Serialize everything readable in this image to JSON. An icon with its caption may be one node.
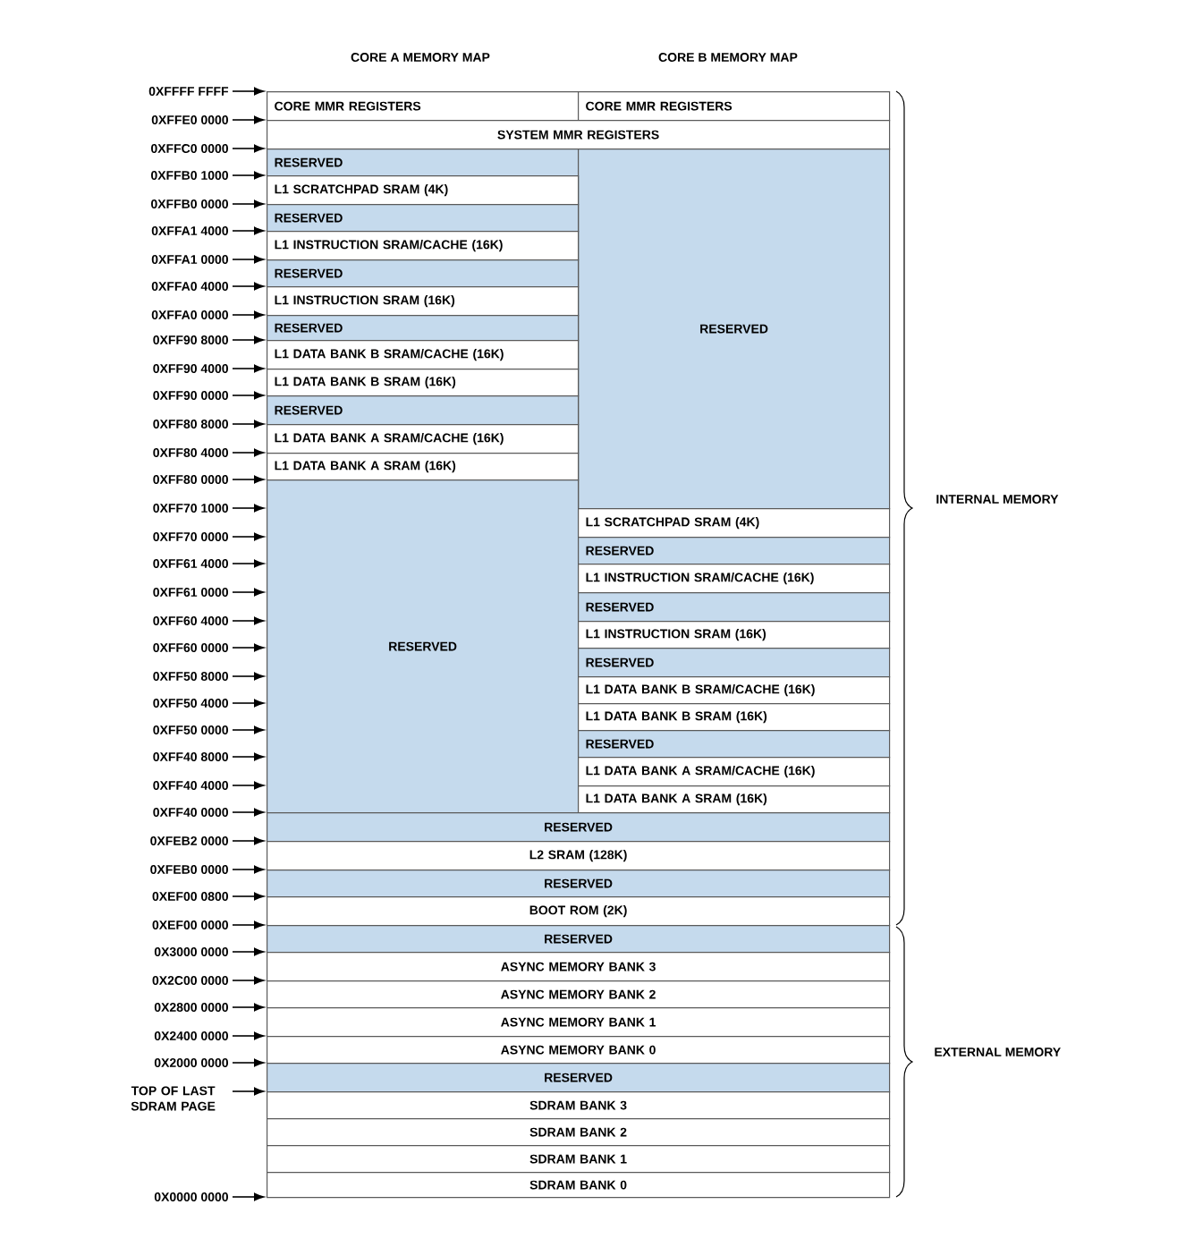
{
  "diagram": {
    "nodes": [
      {
        "text": [
          "CORE MMR REGISTERS"
        ]
      },
      {
        "text": [
          "CORE MMR REGISTERS"
        ]
      },
      {
        "text": [
          "SYSTEM MMR REGISTERS"
        ]
      },
      {
        "text": [
          "RESERVED"
        ]
      },
      {
        "text": [
          "RESERVED"
        ]
      },
      {
        "text": [
          "L1 SCRATCHPAD SRAM (4K)"
        ]
      },
      {
        "text": [
          "RESERVED"
        ]
      },
      {
        "text": [
          "L1 INSTRUCTION SRAM/CACHE (16K)"
        ]
      },
      {
        "text": [
          "RESERVED"
        ]
      },
      {
        "text": [
          "L1 INSTRUCTION SRAM (16K)"
        ]
      },
      {
        "text": [
          "RESERVED"
        ]
      },
      {
        "text": [
          "L1 DATA BANK B SRAM/CACHE (16K)"
        ]
      },
      {
        "text": [
          "L1 DATA BANK B SRAM (16K)"
        ]
      },
      {
        "text": [
          "RESERVED"
        ]
      },
      {
        "text": [
          "L1 DATA BANK A SRAM/CACHE (16K)"
        ]
      },
      {
        "text": [
          "L1 DATA BANK A SRAM (16K)"
        ]
      },
      {
        "text": [
          "RESERVED"
        ]
      },
      {
        "text": [
          "L1 SCRATCHPAD SRAM (4K)"
        ]
      },
      {
        "text": [
          "RESERVED"
        ]
      },
      {
        "text": [
          "L1 INSTRUCTION SRAM/CACHE (16K)"
        ]
      },
      {
        "text": [
          "RESERVED"
        ]
      },
      {
        "text": [
          "L1 INSTRUCTION SRAM (16K)"
        ]
      },
      {
        "text": [
          "RESERVED"
        ]
      },
      {
        "text": [
          "L1 DATA BANK B SRAM/CACHE (16K)"
        ]
      },
      {
        "text": [
          "L1 DATA BANK B SRAM (16K)"
        ]
      },
      {
        "text": [
          "RESERVED"
        ]
      },
      {
        "text": [
          "L1 DATA BANK A SRAM/CACHE (16K)"
        ]
      },
      {
        "text": [
          "L1 DATA BANK A SRAM (16K)"
        ]
      },
      {
        "text": [
          "RESERVED"
        ]
      },
      {
        "text": [
          "L2 SRAM (128K)"
        ]
      },
      {
        "text": [
          "RESERVED"
        ]
      },
      {
        "text": [
          "BOOT ROM (2K)"
        ]
      },
      {
        "text": [
          "RESERVED"
        ]
      },
      {
        "text": [
          "ASYNC MEMORY BANK 3"
        ]
      },
      {
        "text": [
          "ASYNC MEMORY BANK 2"
        ]
      },
      {
        "text": [
          "ASYNC MEMORY BANK 1"
        ]
      },
      {
        "text": [
          "ASYNC MEMORY BANK 0"
        ]
      },
      {
        "text": [
          "RESERVED"
        ]
      },
      {
        "text": [
          "SDRAM BANK 3"
        ]
      },
      {
        "text": [
          "SDRAM BANK 2"
        ]
      },
      {
        "text": [
          "SDRAM BANK 1"
        ]
      },
      {
        "text": [
          "SDRAM BANK 0"
        ]
      },
      {
        "text": [
          "0XFFFF FFFF"
        ]
      },
      {
        "text": [
          "0XFFE0 0000"
        ]
      },
      {
        "text": [
          "0XFFC0 0000"
        ]
      },
      {
        "text": [
          "0XFFB0 1000"
        ]
      },
      {
        "text": [
          "0XFFB0 0000"
        ]
      },
      {
        "text": [
          "0XFFA1 4000"
        ]
      },
      {
        "text": [
          "0XFFA1 0000"
        ]
      },
      {
        "text": [
          "0XFFA0 4000"
        ]
      },
      {
        "text": [
          "0XFFA0 0000"
        ]
      },
      {
        "text": [
          "0XFF90 8000"
        ]
      },
      {
        "text": [
          "0XFF90 4000"
        ]
      },
      {
        "text": [
          "0XFF90 0000"
        ]
      },
      {
        "text": [
          "0XFF80 8000"
        ]
      },
      {
        "text": [
          "0XFF80 4000"
        ]
      },
      {
        "text": [
          "0XFF80 0000"
        ]
      },
      {
        "text": [
          "0XFF70 1000"
        ]
      },
      {
        "text": [
          "0XFF70 0000"
        ]
      },
      {
        "text": [
          "0XFF61 4000"
        ]
      },
      {
        "text": [
          "0XFF61 0000"
        ]
      },
      {
        "text": [
          "0XFF60 4000"
        ]
      },
      {
        "text": [
          "0XFF60 0000"
        ]
      },
      {
        "text": [
          "0XFF50 8000"
        ]
      },
      {
        "text": [
          "0XFF50 4000"
        ]
      },
      {
        "text": [
          "0XFF50 0000"
        ]
      },
      {
        "text": [
          "0XFF40 8000"
        ]
      },
      {
        "text": [
          "0XFF40 4000"
        ]
      },
      {
        "text": [
          "0XFF40 0000"
        ]
      },
      {
        "text": [
          "0XFEB2 0000"
        ]
      },
      {
        "text": [
          "0XFEB0 0000"
        ]
      },
      {
        "text": [
          "0XEF00 0800"
        ]
      },
      {
        "text": [
          "0XEF00 0000"
        ]
      },
      {
        "text": [
          "0X3000 0000"
        ]
      },
      {
        "text": [
          "0X2C00 0000"
        ]
      },
      {
        "text": [
          "0X2800 0000"
        ]
      },
      {
        "text": [
          "0X2400 0000"
        ]
      },
      {
        "text": [
          "0X2000 0000"
        ]
      },
      {
        "text": [
          "TOP OF LAST SDRAM PAGE"
        ]
      },
      {
        "text": [
          "0X0000 0000"
        ]
      }
    ],
    "edges": [
      {
        "from": 42,
        "to": 0,
        "arrow": "to"
      },
      {
        "from": 43,
        "to": 2,
        "arrow": "to"
      },
      {
        "from": 44,
        "to": 3,
        "arrow": "to"
      },
      {
        "from": 45,
        "to": 5,
        "arrow": "to"
      },
      {
        "from": 46,
        "to": 6,
        "arrow": "to"
      },
      {
        "from": 47,
        "to": 7,
        "arrow": "to"
      },
      {
        "from": 48,
        "to": 8,
        "arrow": "to"
      },
      {
        "from": 49,
        "to": 9,
        "arrow": "to"
      },
      {
        "from": 50,
        "to": 10,
        "arrow": "to"
      },
      {
        "from": 51,
        "to": 11,
        "arrow": "to"
      },
      {
        "from": 52,
        "to": 12,
        "arrow": "to"
      },
      {
        "from": 53,
        "to": 13,
        "arrow": "to"
      },
      {
        "from": 54,
        "to": 14,
        "arrow": "to"
      },
      {
        "from": 55,
        "to": 15,
        "arrow": "to"
      },
      {
        "from": 56,
        "to": 16,
        "arrow": "to"
      },
      {
        "from": 57,
        "to": 16,
        "arrow": "to"
      },
      {
        "from": 58,
        "to": 16,
        "arrow": "to"
      },
      {
        "from": 59,
        "to": 16,
        "arrow": "to"
      },
      {
        "from": 60,
        "to": 16,
        "arrow": "to"
      },
      {
        "from": 61,
        "to": 16,
        "arrow": "to"
      },
      {
        "from": 62,
        "to": 16,
        "arrow": "to"
      },
      {
        "from": 63,
        "to": 16,
        "arrow": "to"
      },
      {
        "from": 64,
        "to": 16,
        "arrow": "to"
      },
      {
        "from": 65,
        "to": 16,
        "arrow": "to"
      },
      {
        "from": 66,
        "to": 16,
        "arrow": "to"
      },
      {
        "from": 67,
        "to": 16,
        "arrow": "to"
      },
      {
        "from": 68,
        "to": 28,
        "arrow": "to"
      },
      {
        "from": 69,
        "to": 29,
        "arrow": "to"
      },
      {
        "from": 70,
        "to": 30,
        "arrow": "to"
      },
      {
        "from": 71,
        "to": 31,
        "arrow": "to"
      },
      {
        "from": 72,
        "to": 32,
        "arrow": "to"
      },
      {
        "from": 73,
        "to": 33,
        "arrow": "to"
      },
      {
        "from": 74,
        "to": 34,
        "arrow": "to"
      },
      {
        "from": 75,
        "to": 35,
        "arrow": "to"
      },
      {
        "from": 76,
        "to": 36,
        "arrow": "to"
      },
      {
        "from": 77,
        "to": 37,
        "arrow": "to"
      },
      {
        "from": 78,
        "to": 38,
        "arrow": "to"
      },
      {
        "from": 79,
        "to": 41,
        "arrow": "to"
      }
    ],
    "labels": [
      "CORE A MEMORY MAP",
      "CORE B MEMORY MAP",
      "INTERNAL MEMORY",
      "EXTERNAL MEMORY"
    ]
  }
}
